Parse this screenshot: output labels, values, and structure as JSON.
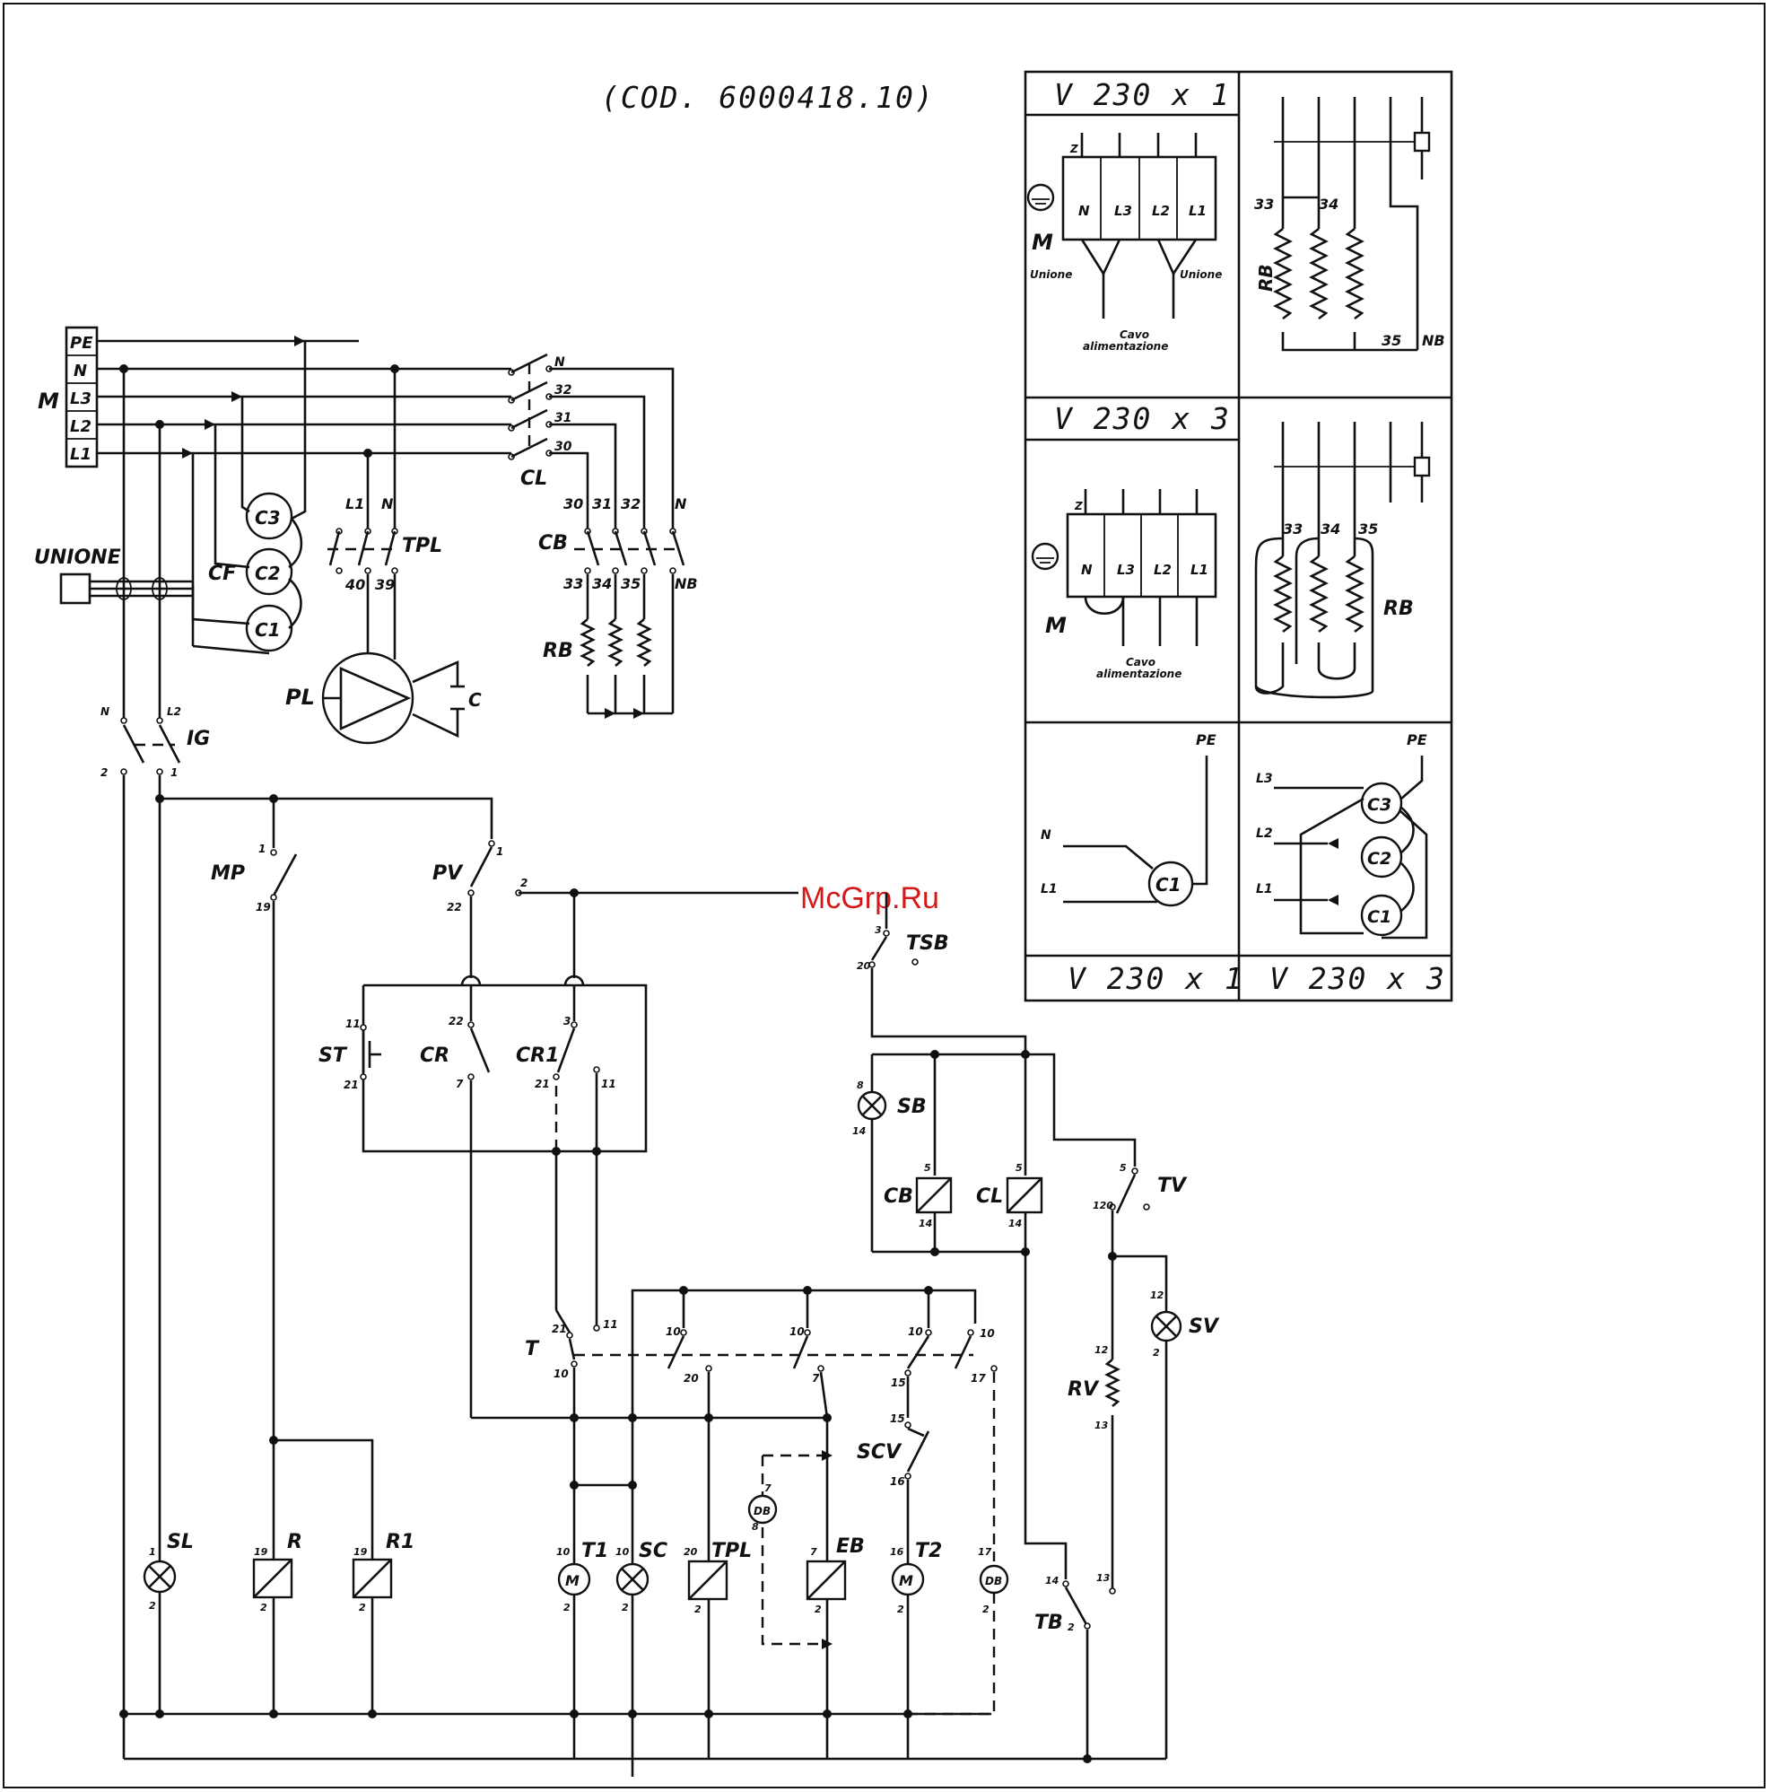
{
  "header": {
    "code": "(COD. 6000418.10)"
  },
  "watermark": "McGrp.Ru",
  "terminal_block": {
    "label": "M",
    "rows": [
      "PE",
      "N",
      "L3",
      "L2",
      "L1"
    ]
  },
  "main": {
    "unione": "UNIONE",
    "cf": "CF",
    "resistors_c": [
      "C3",
      "C2",
      "C1"
    ],
    "cl": "CL",
    "cl_terms": [
      "N",
      "32",
      "31",
      "30"
    ],
    "tpl": "TPL",
    "tpl_top": [
      "L1",
      "N"
    ],
    "tpl_bottom": [
      "40",
      "39"
    ],
    "cb": "CB",
    "cb_top": [
      "30",
      "31",
      "32",
      "N"
    ],
    "cb_bottom": [
      "33",
      "34",
      "35",
      "NB"
    ],
    "rb": "RB",
    "pl": "PL",
    "c": "C",
    "ig": "IG",
    "ig_terms": [
      "N",
      "L2",
      "2",
      "1"
    ]
  },
  "control": {
    "mp": "MP",
    "pv": "PV",
    "tsb": "TSB",
    "st": "ST",
    "cr": "CR",
    "cr1": "CR1",
    "sb": "SB",
    "cb_coil": "CB",
    "cl_coil": "CL",
    "tv": "TV",
    "sv": "SV",
    "rv": "RV",
    "t": "T",
    "scv": "SCV",
    "tb": "TB",
    "loads": [
      "SL",
      "R",
      "R1",
      "T1",
      "SC",
      "TPL",
      "EB",
      "T2"
    ],
    "pins": {
      "mp": [
        "1",
        "19"
      ],
      "pv": [
        "1",
        "22",
        "2"
      ],
      "tsb": [
        "3",
        "20"
      ],
      "st": [
        "11",
        "21"
      ],
      "cr": [
        "22",
        "7"
      ],
      "cr1": [
        "3",
        "21",
        "11"
      ],
      "sb": [
        "8",
        "14"
      ],
      "cb": [
        "5",
        "14"
      ],
      "cl": [
        "5",
        "14"
      ],
      "tv": [
        "5",
        "120"
      ],
      "sv": [
        "12",
        "2"
      ],
      "rv": [
        "12",
        "13"
      ],
      "t": [
        "21",
        "11",
        "10"
      ],
      "sw_row": [
        "10",
        "10",
        "10",
        "10",
        "20",
        "7",
        "15",
        "17"
      ],
      "scv": [
        "15",
        "16"
      ],
      "db1": [
        "7",
        "8"
      ],
      "tb": [
        "14",
        "2",
        "13"
      ],
      "sl": [
        "1",
        "2"
      ],
      "r": [
        "19",
        "2"
      ],
      "r1": [
        "19",
        "2"
      ],
      "t1": [
        "10",
        "2"
      ],
      "sc": [
        "10",
        "2"
      ],
      "tpl_l": [
        "20",
        "2"
      ],
      "eb": [
        "7",
        "2"
      ],
      "t2": [
        "16",
        "2"
      ],
      "db2": [
        "17",
        "2"
      ]
    },
    "db": "DB"
  },
  "side_table": {
    "headers_top": [
      "V 230 x 1",
      "V 230 x 3"
    ],
    "headers_bottom": [
      "V 230 x 1",
      "V 230 x 3"
    ],
    "m": "M",
    "z": "Z",
    "terminals_1": [
      "N",
      "L3",
      "L2",
      "L1"
    ],
    "terminals_3": [
      "N",
      "L3",
      "L2",
      "L1"
    ],
    "unione": "Unione",
    "cavo": "Cavo",
    "alimentazione": "alimentazione",
    "rb": "RB",
    "rb_pins_1": [
      "33",
      "34",
      "35",
      "NB"
    ],
    "rb_pins_3": [
      "33",
      "34",
      "35"
    ],
    "bottom_left": [
      "PE",
      "N",
      "L1",
      "C1"
    ],
    "bottom_right": [
      "PE",
      "L3",
      "L2",
      "L1",
      "C3",
      "C2",
      "C1"
    ]
  }
}
